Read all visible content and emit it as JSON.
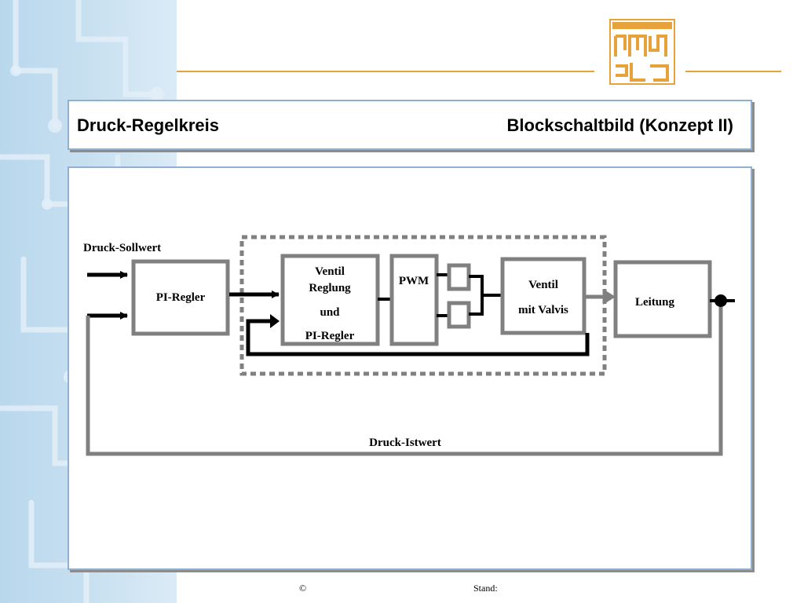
{
  "header": {
    "title_left": "Druck-Regelkreis",
    "title_right": "Blockschaltbild (Konzept II)"
  },
  "diagram": {
    "input_label": "Druck-Sollwert",
    "feedback_label": "Druck-Istwert",
    "blocks": {
      "pi_regler": "PI-Regler",
      "ventil_reglung_1": "Ventil",
      "ventil_reglung_2": "Reglung",
      "ventil_reglung_3": "und",
      "ventil_reglung_4": "PI-Regler",
      "pwm": "PWM",
      "ventil_valvis_1": "Ventil",
      "ventil_valvis_2": "mit Valvis",
      "leitung": "Leitung"
    }
  },
  "footer": {
    "copyright": "©",
    "stand": "Stand:"
  },
  "colors": {
    "accent_line": "#e8a23c",
    "frame_border": "#8fb0cf",
    "block_border": "#808080",
    "side_background": "#c9e1f1"
  }
}
